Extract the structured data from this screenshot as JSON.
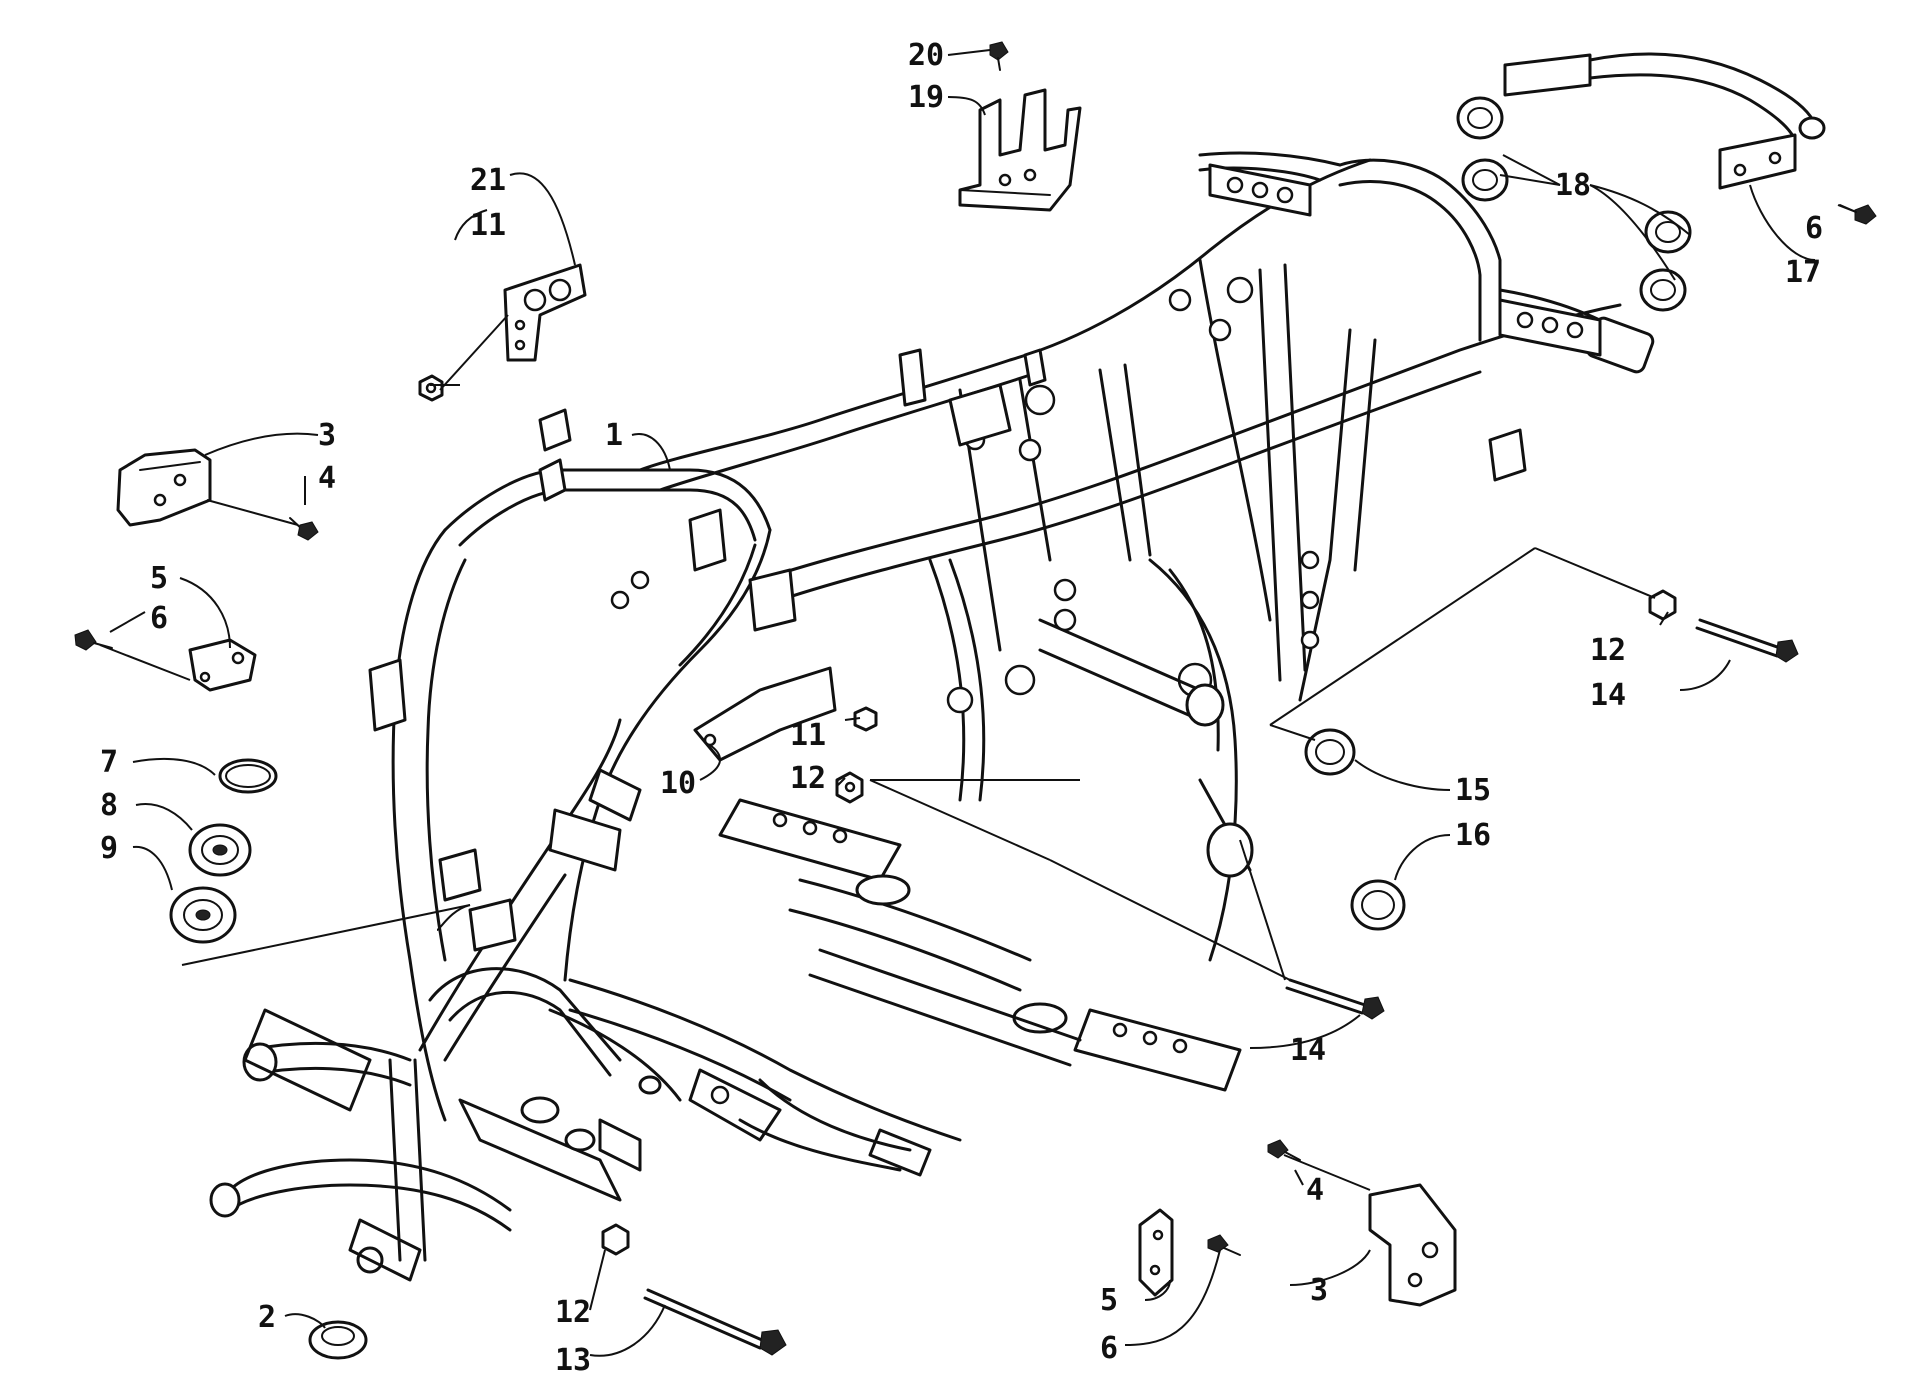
{
  "callouts": [
    {
      "text": "1"
    },
    {
      "text": "2"
    },
    {
      "text": "3"
    },
    {
      "text": "3"
    },
    {
      "text": "4"
    },
    {
      "text": "4"
    },
    {
      "text": "5"
    },
    {
      "text": "5"
    },
    {
      "text": "6"
    },
    {
      "text": "6"
    },
    {
      "text": "6"
    },
    {
      "text": "7"
    },
    {
      "text": "8"
    },
    {
      "text": "9"
    },
    {
      "text": "10"
    },
    {
      "text": "11"
    },
    {
      "text": "11"
    },
    {
      "text": "12"
    },
    {
      "text": "12"
    },
    {
      "text": "12"
    },
    {
      "text": "13"
    },
    {
      "text": "14"
    },
    {
      "text": "14"
    },
    {
      "text": "15"
    },
    {
      "text": "16"
    },
    {
      "text": "17"
    },
    {
      "text": "18"
    },
    {
      "text": "19"
    },
    {
      "text": "20"
    },
    {
      "text": "21"
    }
  ]
}
